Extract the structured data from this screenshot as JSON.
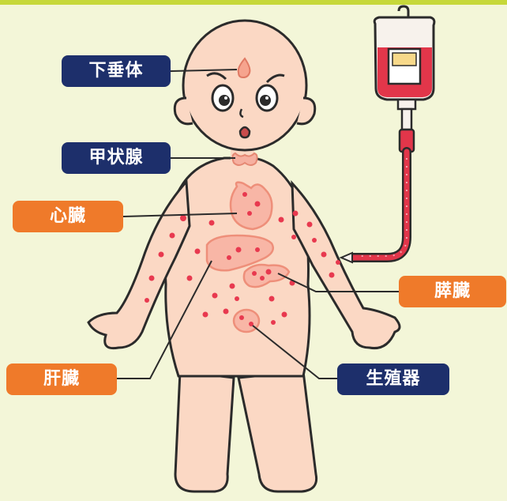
{
  "labels": {
    "pituitary": "下垂体",
    "thyroid": "甲状腺",
    "heart": "心臓",
    "pancreas": "膵臓",
    "liver": "肝臓",
    "genital": "生殖器"
  },
  "colors": {
    "background": "#f3f6d8",
    "top_bar": "#c6d83a",
    "navy_label": "#1d2f6b",
    "orange_label": "#ef7a2a",
    "skin": "#fbd8c4",
    "outline": "#2b2b2b",
    "dots": "#e8394f",
    "blood_bag": "#e2364a"
  }
}
